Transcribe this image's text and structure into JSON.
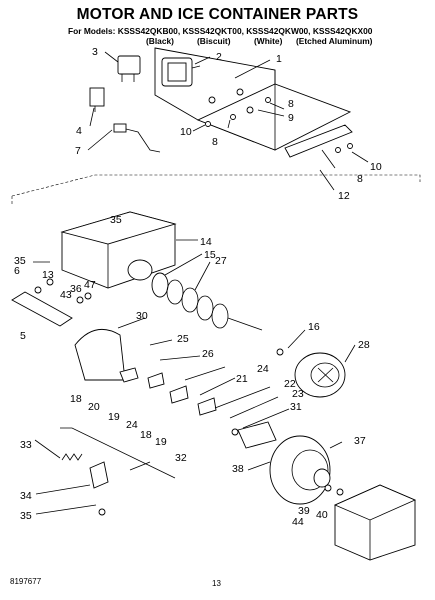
{
  "header": {
    "title": "MOTOR AND ICE CONTAINER PARTS",
    "models": "For Models: KSSS42QKB00, KSSS42QKT00, KSSS42QKW00, KSSS42QKX00",
    "colors": [
      "(Black)",
      "(Biscuit)",
      "(White)",
      "(Etched Aluminum)"
    ]
  },
  "callouts": [
    "1",
    "2",
    "3",
    "4",
    "5",
    "6",
    "7",
    "8",
    "8",
    "8",
    "9",
    "10",
    "10",
    "12",
    "13",
    "14",
    "15",
    "16",
    "18",
    "18",
    "19",
    "19",
    "20",
    "21",
    "22",
    "23",
    "24",
    "24",
    "25",
    "26",
    "27",
    "28",
    "30",
    "31",
    "32",
    "33",
    "34",
    "35",
    "35",
    "35",
    "36",
    "37",
    "38",
    "39",
    "40",
    "43",
    "44",
    "47"
  ],
  "footer": {
    "part_number": "8197677",
    "page": "13"
  }
}
